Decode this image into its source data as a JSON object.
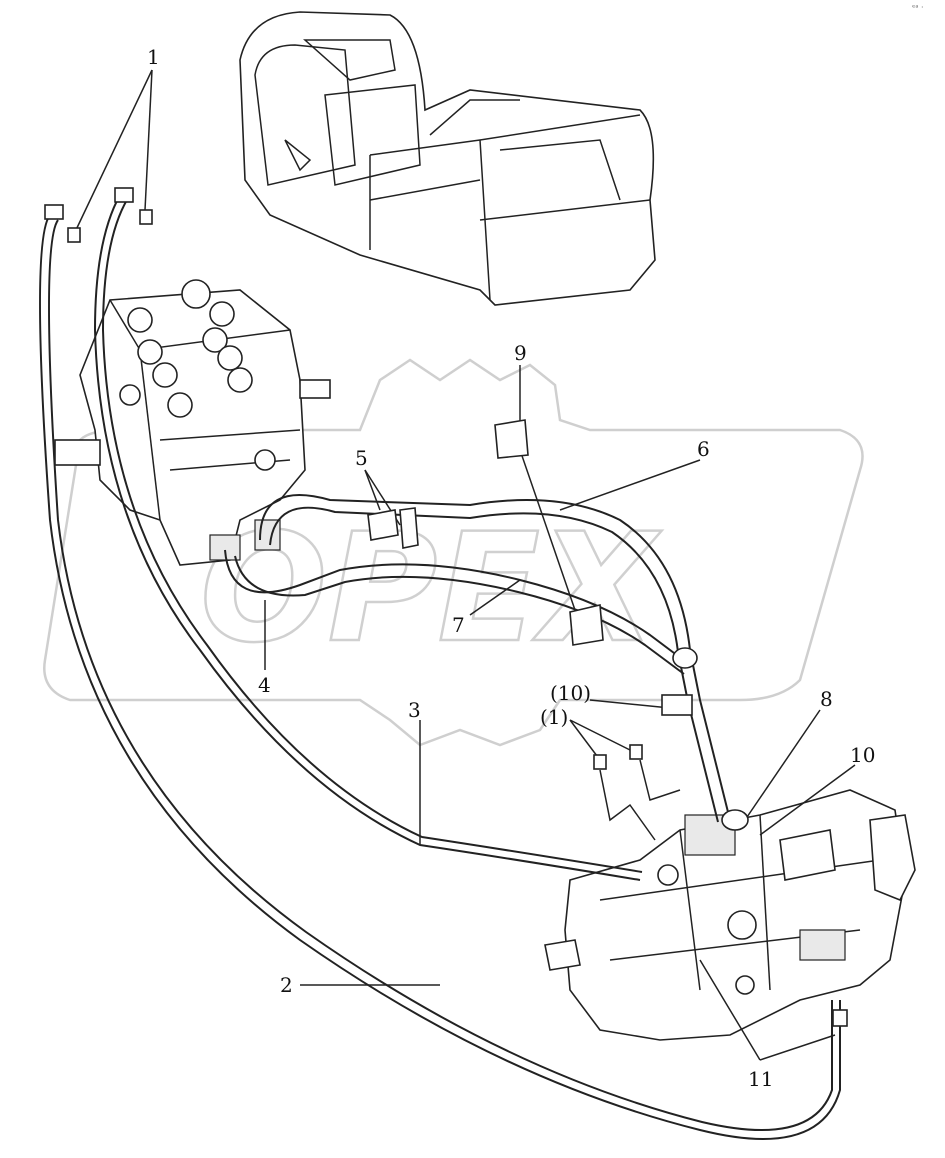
{
  "watermark": {
    "text": "OPEX"
  },
  "callouts": {
    "c1": "1",
    "c2": "2",
    "c3": "3",
    "c4": "4",
    "c5": "5",
    "c6": "6",
    "c7": "7",
    "c8": "8",
    "c9": "9",
    "c10": "10",
    "c10b": "(10)",
    "c1b": "(1)",
    "c11": "11"
  },
  "corner_mark": "ᵉᵃ ·"
}
